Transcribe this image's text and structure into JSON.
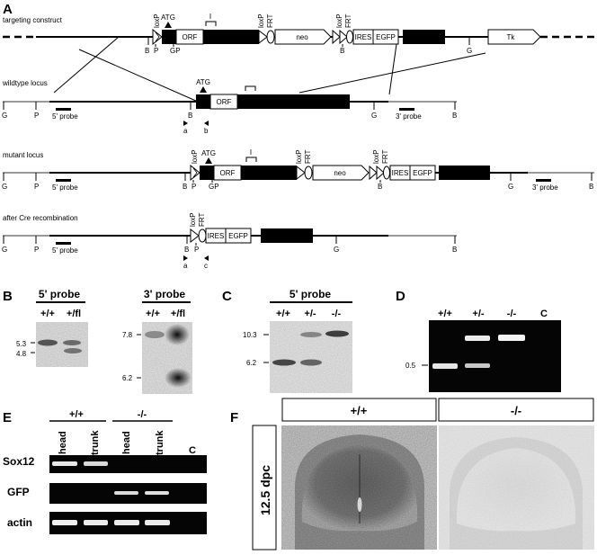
{
  "panels": {
    "A": "A",
    "B": "B",
    "C": "C",
    "D": "D",
    "E": "E",
    "F": "F"
  },
  "rows": {
    "targeting": "targeting construct",
    "wildtype": "wildtype locus",
    "mutant": "mutant locus",
    "cre": "after Cre recombination"
  },
  "elements": {
    "loxp": "loxP",
    "frt": "FRT",
    "atg": "ATG",
    "orf": "ORF",
    "neo": "neo",
    "ires": "IRES",
    "egfp": "EGFP",
    "tk": "Tk",
    "i": "I"
  },
  "sites": {
    "B": "B",
    "P": "P",
    "G": "G",
    "GP": "GP"
  },
  "probes": {
    "p5": "5' probe",
    "p3": "3' probe"
  },
  "primers": {
    "a": "a",
    "b": "b",
    "c": "c"
  },
  "blotB": {
    "left": {
      "title": "5' probe",
      "lanes": [
        "+/+",
        "+/fl"
      ],
      "sizes": [
        "5.3",
        "4.8"
      ]
    },
    "right": {
      "title": "3' probe",
      "lanes": [
        "+/+",
        "+/fl"
      ],
      "sizes": [
        "7.8",
        "6.2"
      ]
    }
  },
  "blotC": {
    "title": "5' probe",
    "lanes": [
      "+/+",
      "+/-",
      "-/-"
    ],
    "sizes": [
      "10.3",
      "6.2"
    ]
  },
  "gelD": {
    "lanes": [
      "+/+",
      "+/-",
      "-/-",
      "C"
    ],
    "size": "0.5"
  },
  "gelE": {
    "groups": [
      "+/+",
      "-/-"
    ],
    "lanes": [
      "head",
      "trunk",
      "head",
      "trunk"
    ],
    "control": "C",
    "genes": [
      "Sox12",
      "GFP",
      "actin"
    ]
  },
  "panelF": {
    "stage": "12.5 dpc",
    "genotypes": [
      "+/+",
      "-/-"
    ]
  }
}
